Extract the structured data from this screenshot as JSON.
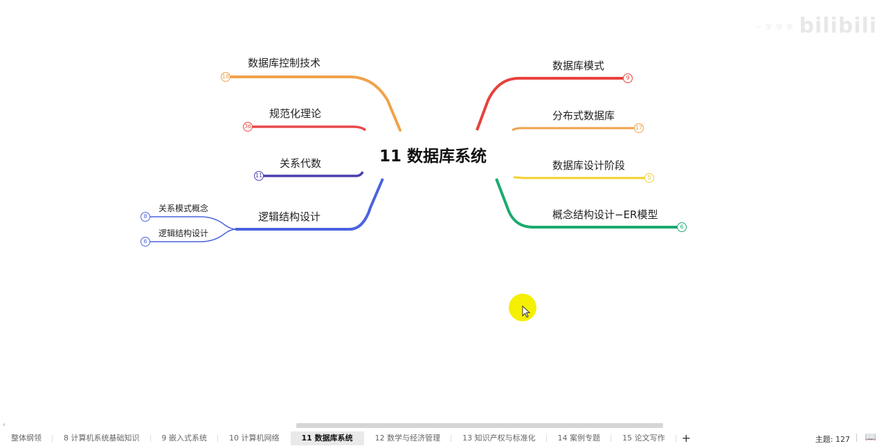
{
  "mindmap": {
    "root": "11 数据库系统",
    "left_branches": [
      {
        "label": "数据库控制技术",
        "count": "18",
        "color": "#f0a24a"
      },
      {
        "label": "规范化理论",
        "count": "36",
        "color": "#e84a4a"
      },
      {
        "label": "关系代数",
        "count": "11",
        "color": "#4a3fb0"
      },
      {
        "label": "逻辑结构设计",
        "color": "#4a63e0",
        "children": [
          {
            "label": "关系模式概念",
            "count": "8"
          },
          {
            "label": "逻辑结构设计",
            "count": "6"
          }
        ]
      }
    ],
    "right_branches": [
      {
        "label": "数据库模式",
        "count": "9",
        "color": "#e8413c"
      },
      {
        "label": "分布式数据库",
        "count": "17",
        "color": "#f0a24a"
      },
      {
        "label": "数据库设计阶段",
        "count": "5",
        "color": "#f2d12e"
      },
      {
        "label": "概念结构设计−ER模型",
        "count": "6",
        "color": "#1aaa70"
      }
    ]
  },
  "watermark": {
    "text": "bilibili",
    "small": "一 学 学 学"
  },
  "tabs": [
    {
      "label": "整体纲领"
    },
    {
      "label": "8 计算机系统基础知识"
    },
    {
      "label": "9 嵌入式系统"
    },
    {
      "label": "10 计算机网络"
    },
    {
      "label": "11 数据库系统",
      "active": true
    },
    {
      "label": "12 数学与经济管理"
    },
    {
      "label": "13 知识产权与标准化"
    },
    {
      "label": "14 案例专题"
    },
    {
      "label": "15 论文写作"
    }
  ],
  "add_tab_label": "+",
  "status": {
    "topic_count": "主题: 127"
  },
  "icons": {
    "book": "book-icon",
    "cursor": "cursor-icon"
  }
}
